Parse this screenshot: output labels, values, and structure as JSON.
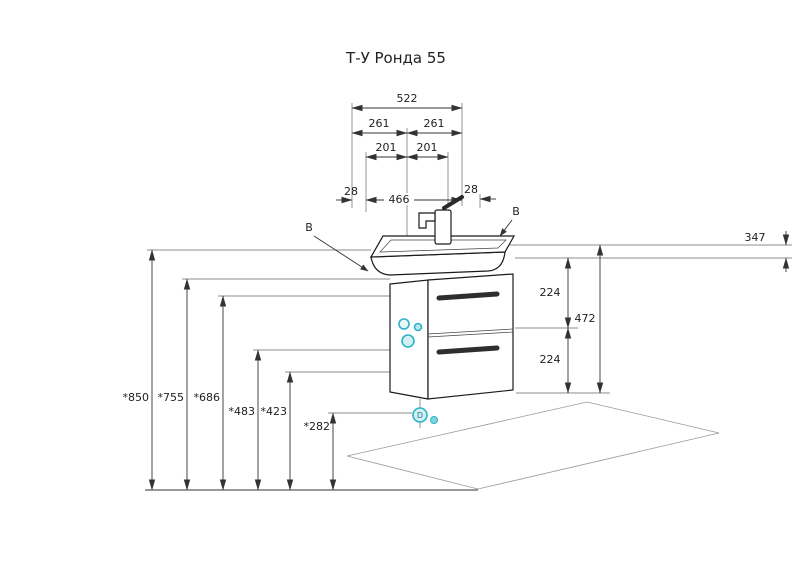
{
  "title": "Т-У Ронда 55",
  "accent_color": "#2bb3c8",
  "dimensions": {
    "top": {
      "total_width": "522",
      "left_half": "261",
      "right_half": "261",
      "left_inner": "201",
      "right_inner": "201",
      "left_edge": "28",
      "center_span": "466",
      "right_edge": "28"
    },
    "right": {
      "depth": "347",
      "upper_drawer": "224",
      "total_height": "472",
      "lower_drawer": "224"
    },
    "left": {
      "h850": "*850",
      "h755": "*755",
      "h686": "*686",
      "h483": "*483",
      "h423": "*423",
      "h282": "*282"
    }
  },
  "callouts": {
    "basin_left": "В",
    "basin_right": "В",
    "drain": "D"
  }
}
